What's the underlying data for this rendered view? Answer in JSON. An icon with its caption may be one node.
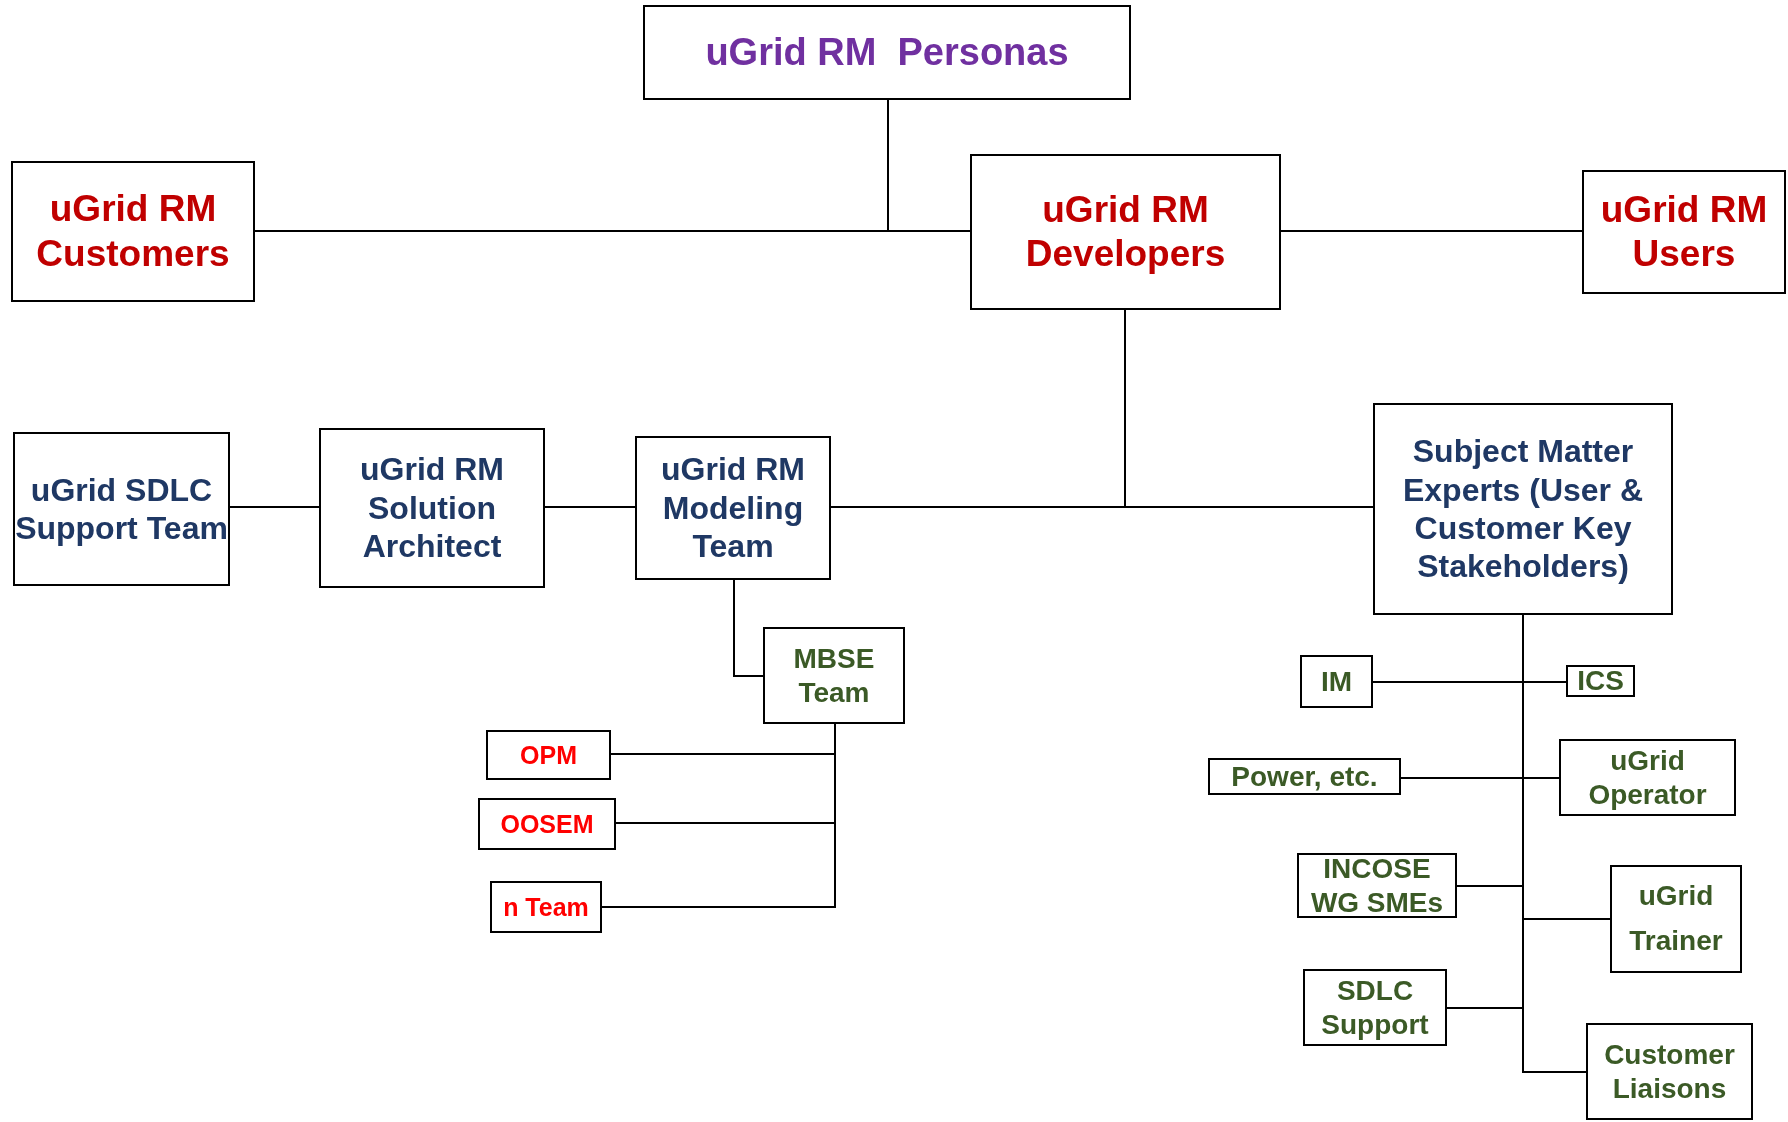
{
  "diagram": {
    "nodes": [
      {
        "text": [
          "uGrid RM  Personas"
        ]
      },
      {
        "text": [
          "uGrid RM Customers"
        ]
      },
      {
        "text": [
          "uGrid RM Developers"
        ]
      },
      {
        "text": [
          "uGrid RM Users"
        ]
      },
      {
        "text": [
          "uGrid SDLC Support Team"
        ]
      },
      {
        "text": [
          "uGrid RM Solution Architect"
        ]
      },
      {
        "text": [
          "uGrid RM Modeling Team"
        ]
      },
      {
        "text": [
          "Subject Matter Experts (User & Customer Key Stakeholders)"
        ]
      },
      {
        "text": [
          "MBSE Team"
        ]
      },
      {
        "text": [
          "OPM"
        ]
      },
      {
        "text": [
          "OOSEM"
        ]
      },
      {
        "text": [
          "n Team"
        ]
      },
      {
        "text": [
          "IM"
        ]
      },
      {
        "text": [
          "ICS"
        ]
      },
      {
        "text": [
          "Power, etc."
        ]
      },
      {
        "text": [
          "uGrid Operator"
        ]
      },
      {
        "text": [
          "INCOSE WG SMEs"
        ]
      },
      {
        "text": [
          "uGrid Trainer"
        ]
      },
      {
        "text": [
          "SDLC Support"
        ]
      },
      {
        "text": [
          "Customer Liaisons"
        ]
      }
    ],
    "edges": [
      {
        "from": 0,
        "to": 2,
        "arrow": "none"
      },
      {
        "from": 1,
        "to": 2,
        "arrow": "none"
      },
      {
        "from": 2,
        "to": 3,
        "arrow": "none"
      },
      {
        "from": 2,
        "to": 6,
        "arrow": "none"
      },
      {
        "from": 2,
        "to": 7,
        "arrow": "none"
      },
      {
        "from": 6,
        "to": 5,
        "arrow": "none"
      },
      {
        "from": 5,
        "to": 4,
        "arrow": "none"
      },
      {
        "from": 6,
        "to": 8,
        "arrow": "none"
      },
      {
        "from": 8,
        "to": 9,
        "arrow": "none"
      },
      {
        "from": 8,
        "to": 10,
        "arrow": "none"
      },
      {
        "from": 8,
        "to": 11,
        "arrow": "none"
      },
      {
        "from": 7,
        "to": 12,
        "arrow": "none"
      },
      {
        "from": 7,
        "to": 13,
        "arrow": "none"
      },
      {
        "from": 7,
        "to": 14,
        "arrow": "none"
      },
      {
        "from": 7,
        "to": 15,
        "arrow": "none"
      },
      {
        "from": 7,
        "to": 16,
        "arrow": "none"
      },
      {
        "from": 7,
        "to": 17,
        "arrow": "none"
      },
      {
        "from": 7,
        "to": 18,
        "arrow": "none"
      },
      {
        "from": 7,
        "to": 19,
        "arrow": "none"
      }
    ]
  }
}
